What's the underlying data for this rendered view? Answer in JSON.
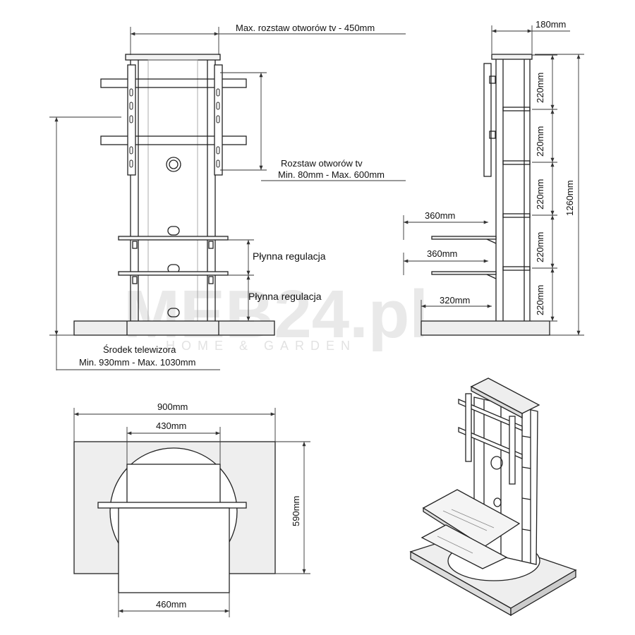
{
  "front_view": {
    "max_hole_spacing": "Max. rozstaw otworów tv - 450mm",
    "hole_spacing_title": "Rozstaw otworów tv",
    "hole_spacing_range": "Min. 80mm - Max. 600mm",
    "smooth_adjust_1": "Płynna regulacja",
    "smooth_adjust_2": "Płynna regulacja",
    "tv_center_title": "Środek telewizora",
    "tv_center_range": "Min. 930mm - Max. 1030mm"
  },
  "side_view": {
    "depth_top": "180mm",
    "segments": [
      "220mm",
      "220mm",
      "220mm",
      "220mm",
      "220mm"
    ],
    "total_height": "1260mm",
    "shelf_1_depth": "360mm",
    "shelf_2_depth": "360mm",
    "base_depth": "320mm"
  },
  "top_view": {
    "base_width": "900mm",
    "column_width": "430mm",
    "shelf_width": "460mm",
    "base_depth": "590mm"
  },
  "watermark": {
    "brand": "MEB24.pl",
    "tagline": "HOME & GARDEN"
  },
  "colors": {
    "line": "#222222",
    "dim_line": "#333333",
    "base_fill": "#eeeeee",
    "glass_fill": "#f4f4f4",
    "watermark": "#cfcfcf"
  }
}
